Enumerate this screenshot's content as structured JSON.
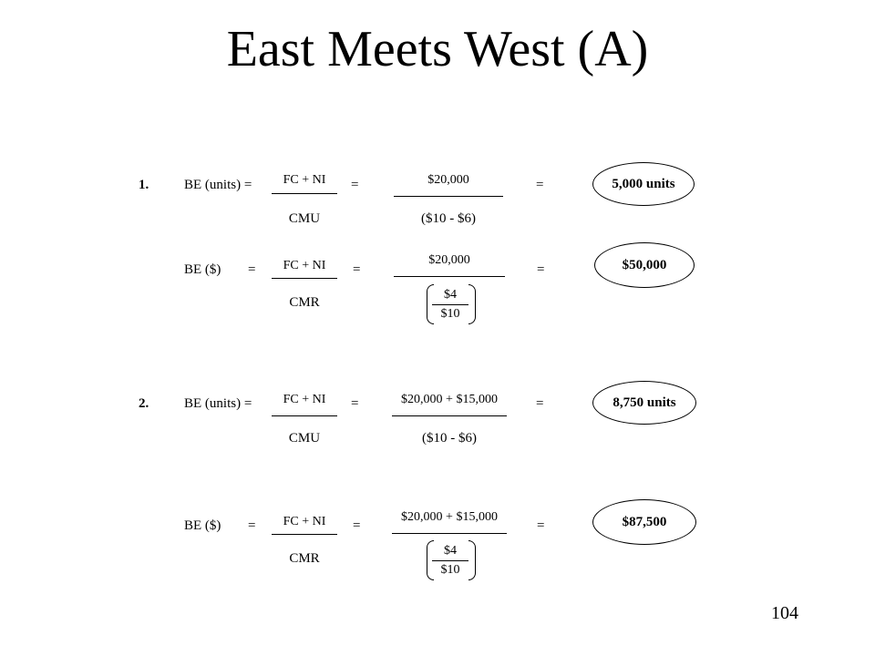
{
  "title": "East Meets West (A)",
  "page_number": "104",
  "problem1": {
    "number": "1.",
    "units": {
      "label": "BE (units) =",
      "formula_num": "FC + NI",
      "formula_den": "CMU",
      "eq1": "=",
      "value_num": "$20,000",
      "value_den": "($10 - $6)",
      "eq2": "=",
      "result": "5,000 units"
    },
    "dollars": {
      "label": "BE ($)",
      "eq0": "=",
      "formula_num": "FC + NI",
      "formula_den": "CMR",
      "eq1": "=",
      "value_num": "$20,000",
      "ratio_num": "$4",
      "ratio_den": "$10",
      "eq2": "=",
      "result": "$50,000"
    }
  },
  "problem2": {
    "number": "2.",
    "units": {
      "label": "BE (units) =",
      "formula_num": "FC + NI",
      "formula_den": "CMU",
      "eq1": "=",
      "value_num": "$20,000 + $15,000",
      "value_den": "($10 - $6)",
      "eq2": "=",
      "result": "8,750 units"
    },
    "dollars": {
      "label": "BE ($)",
      "eq0": "=",
      "formula_num": "FC + NI",
      "formula_den": "CMR",
      "eq1": "=",
      "value_num": "$20,000 + $15,000",
      "ratio_num": "$4",
      "ratio_den": "$10",
      "eq2": "=",
      "result": "$87,500"
    }
  }
}
